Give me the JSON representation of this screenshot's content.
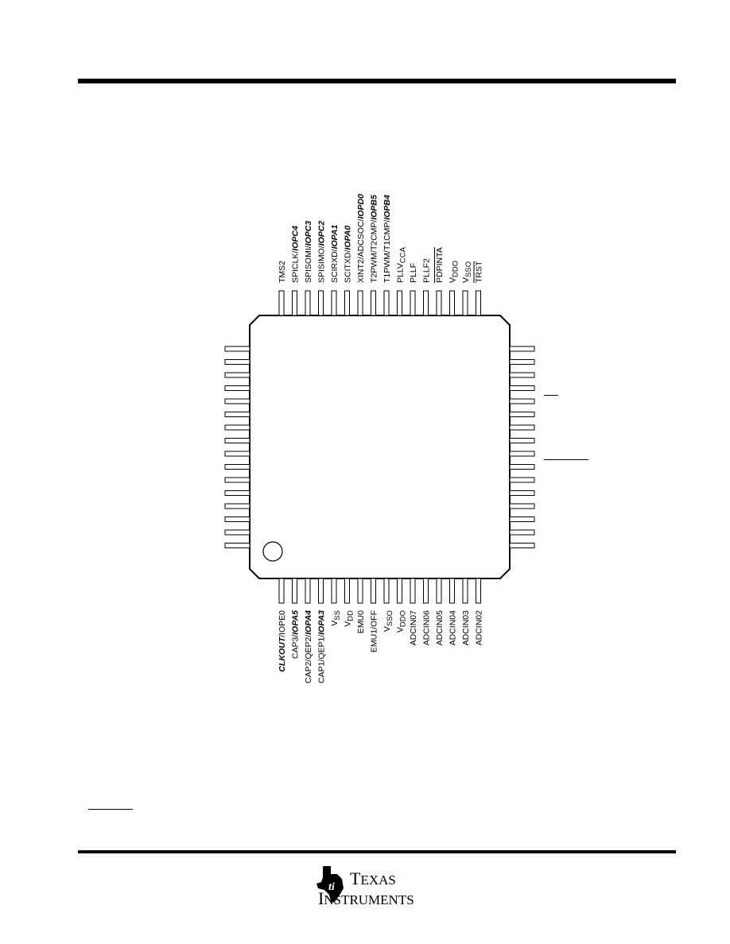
{
  "package": {
    "top_pins": [
      [
        {
          "t": "TMS2"
        }
      ],
      [
        {
          "t": "SPICLK/"
        },
        {
          "t": "IOPC4",
          "b": true
        }
      ],
      [
        {
          "t": "SPISOMI/"
        },
        {
          "t": "IOPC3",
          "b": true
        }
      ],
      [
        {
          "t": "SPISIMO/"
        },
        {
          "t": "IOPC2",
          "b": true
        }
      ],
      [
        {
          "t": "SCIRXD/"
        },
        {
          "t": "IOPA1",
          "b": true
        }
      ],
      [
        {
          "t": "SCITXD/"
        },
        {
          "t": "IOPA0",
          "b": true
        }
      ],
      [
        {
          "t": "XINT2/ADCSOC/"
        },
        {
          "t": "IOPD0",
          "b": true
        }
      ],
      [
        {
          "t": "T2PWM/T2CMP/"
        },
        {
          "t": "IOPB5",
          "b": true
        }
      ],
      [
        {
          "t": "T1PWM/T1CMP/"
        },
        {
          "t": "IOPB4",
          "b": true
        }
      ],
      [
        {
          "t": "PLLV"
        },
        {
          "t": "CCA",
          "sub": true
        }
      ],
      [
        {
          "t": "PLLF"
        }
      ],
      [
        {
          "t": "PLLF2"
        }
      ],
      [
        {
          "t": "PDPINTA",
          "over": true
        }
      ],
      [
        {
          "t": "V"
        },
        {
          "t": "DDO",
          "sub": true
        }
      ],
      [
        {
          "t": "V"
        },
        {
          "t": "SSO",
          "sub": true
        }
      ],
      [
        {
          "t": "TRST",
          "over": true
        }
      ]
    ],
    "bottom_pins": [
      [
        {
          "t": "CLKOUT",
          "b": true
        },
        {
          "t": "/IOPE0"
        }
      ],
      [
        {
          "t": "CAP3/"
        },
        {
          "t": "IOPA5",
          "b": true
        }
      ],
      [
        {
          "t": "CAP2/QEP2/"
        },
        {
          "t": "IOPA4",
          "b": true
        }
      ],
      [
        {
          "t": "CAP1/QEP1/"
        },
        {
          "t": "IOPA3",
          "b": true
        }
      ],
      [
        {
          "t": "V"
        },
        {
          "t": "SS",
          "sub": true
        }
      ],
      [
        {
          "t": "V"
        },
        {
          "t": "DD",
          "sub": true
        }
      ],
      [
        {
          "t": "EMU0"
        }
      ],
      [
        {
          "t": "EMU1/OFF"
        }
      ],
      [
        {
          "t": "V"
        },
        {
          "t": "SSO",
          "sub": true
        }
      ],
      [
        {
          "t": "V"
        },
        {
          "t": "DDO",
          "sub": true
        }
      ],
      [
        {
          "t": "ADCIN07"
        }
      ],
      [
        {
          "t": "ADCIN06"
        }
      ],
      [
        {
          "t": "ADCIN05"
        }
      ],
      [
        {
          "t": "ADCIN04"
        }
      ],
      [
        {
          "t": "ADCIN03"
        }
      ],
      [
        {
          "t": "ADCIN02"
        }
      ]
    ],
    "left_pin_count": 16,
    "right_pin_count": 16
  },
  "logo": {
    "line1_cap": "T",
    "line1_rest": "EXAS",
    "line2_cap": "I",
    "line2_rest": "NSTRUMENTS"
  }
}
